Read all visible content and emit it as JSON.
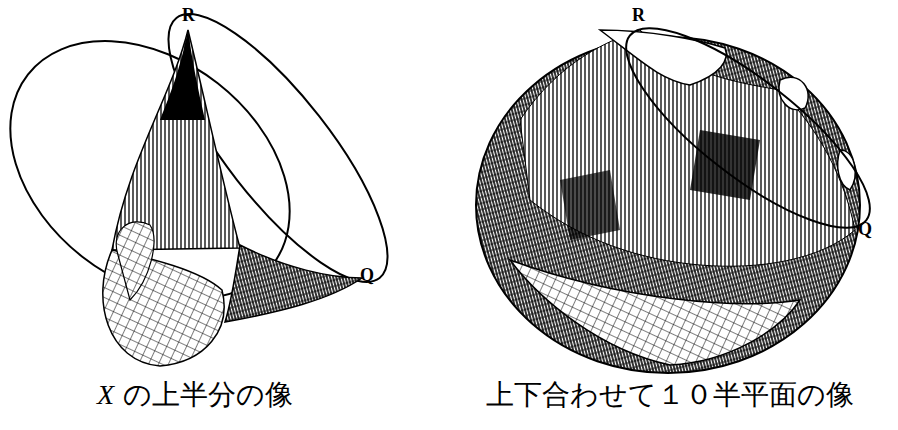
{
  "diagram": {
    "labels": [
      "R",
      "Q",
      "R",
      "Q",
      "X の上半分の像",
      "上下合わせて１０半平面の像"
    ]
  }
}
